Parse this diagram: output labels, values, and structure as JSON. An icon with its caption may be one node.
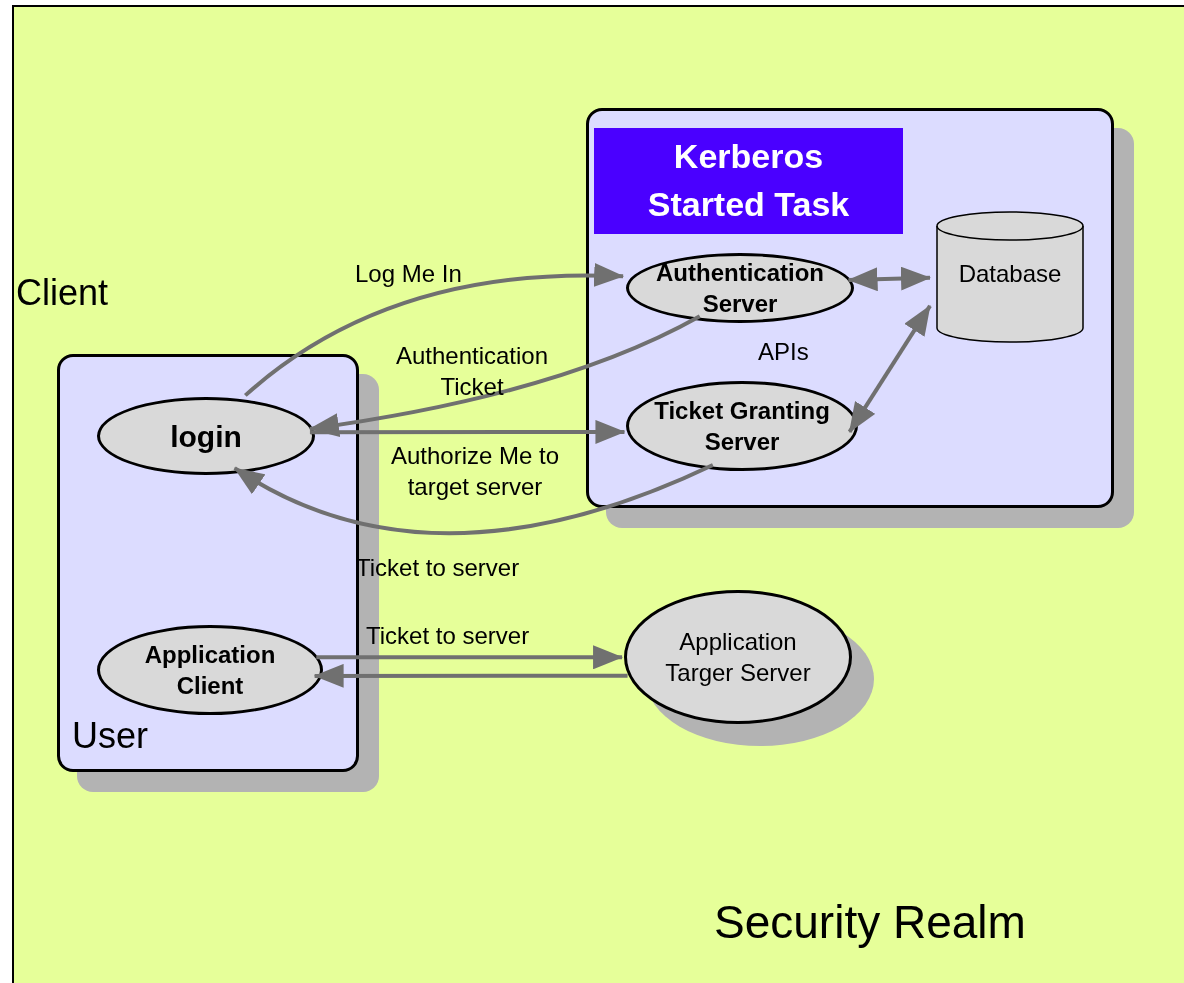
{
  "diagram": {
    "nodes": [
      {
        "text": [
          "Security Realm"
        ]
      },
      {
        "text": [
          "Kerberos Started Task"
        ],
        "in": 0
      },
      {
        "text": [
          "Authentication Server"
        ],
        "in": 1
      },
      {
        "text": [
          "Ticket Granting Server"
        ],
        "in": 1
      },
      {
        "text": [
          "Database"
        ],
        "in": 1
      },
      {
        "text": [
          "User"
        ],
        "in": 0
      },
      {
        "text": [
          "login"
        ],
        "in": 5
      },
      {
        "text": [
          "Application Client"
        ],
        "in": 5
      },
      {
        "text": [
          "Application Targer Server"
        ],
        "in": 0
      }
    ],
    "edges": [
      {
        "from": 6,
        "to": 2,
        "arrow": "to",
        "label": "Log Me In"
      },
      {
        "from": 2,
        "to": 6,
        "arrow": "to",
        "label": "Authentication Ticket"
      },
      {
        "from": 6,
        "to": 3,
        "arrow": "to",
        "label": "Authorize Me to target server"
      },
      {
        "from": 3,
        "to": 6,
        "arrow": "to",
        "label": "Ticket to server"
      },
      {
        "from": 2,
        "to": 4,
        "arrow": "both"
      },
      {
        "from": 3,
        "to": 4,
        "arrow": "both",
        "label": "APIs"
      },
      {
        "from": 7,
        "to": 8,
        "arrow": "to",
        "label": "Ticket to server"
      },
      {
        "from": 8,
        "to": 7,
        "arrow": "to"
      }
    ],
    "labels": [
      "Client"
    ]
  }
}
